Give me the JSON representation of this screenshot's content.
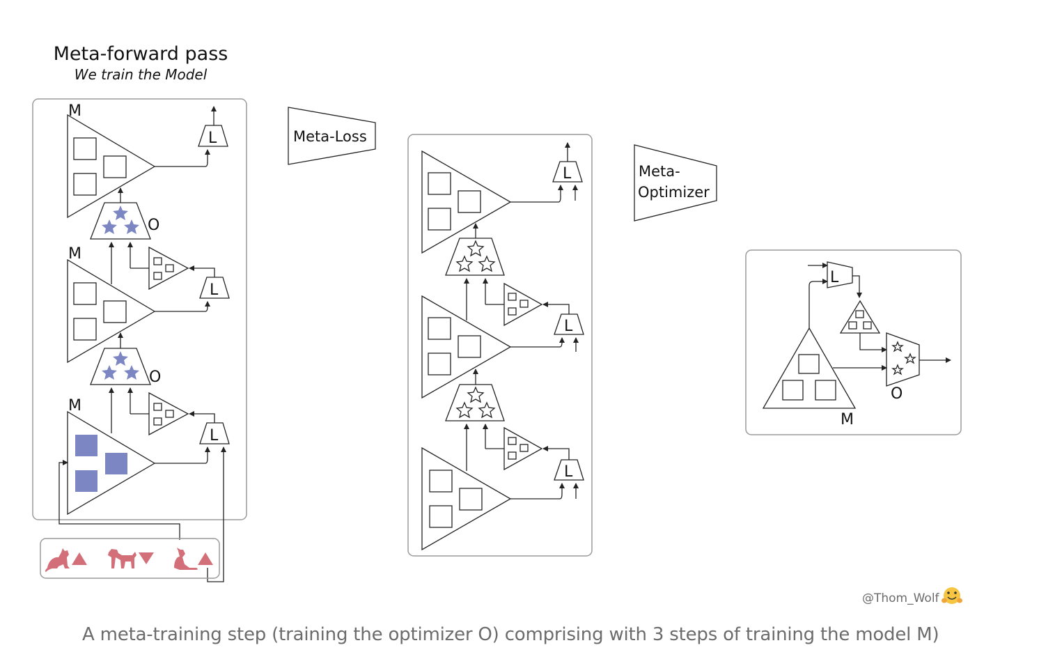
{
  "title": "Meta-forward pass",
  "subtitle": "We train the Model",
  "labels": {
    "model": "M",
    "optimizer": "O",
    "loss": "L",
    "meta_loss": "Meta-Loss",
    "meta_optimizer_line1": "Meta-",
    "meta_optimizer_line2": "Optimizer"
  },
  "credit": "@Thom_Wolf",
  "caption": "A meta-training step (training the optimizer O) comprising with 3 steps of training the model M)",
  "colors": {
    "stroke": "#222222",
    "star_fill": "#7b86c2",
    "square_fill": "#7b86c2",
    "animal": "#d26f78",
    "panel_border": "#9a9a9a",
    "caption": "#6b6b6b"
  }
}
